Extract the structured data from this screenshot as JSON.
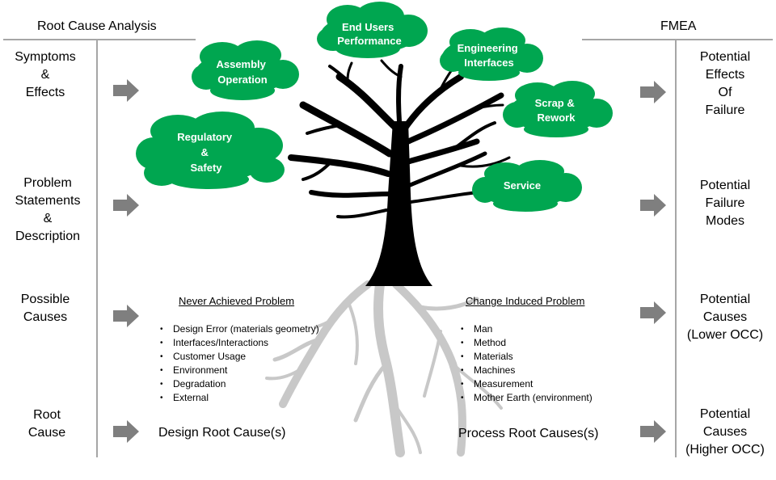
{
  "headers": {
    "left": "Root Cause Analysis",
    "right": "FMEA"
  },
  "left_labels": [
    "Symptoms\n&\nEffects",
    "Problem\nStatements\n&\nDescription",
    "Possible\nCauses",
    "Root\nCause"
  ],
  "right_labels": [
    "Potential\nEffects\nOf\nFailure",
    "Potential\nFailure\nModes",
    "Potential\nCauses\n(Lower OCC)",
    "Potential\nCauses\n(Higher OCC)"
  ],
  "clouds": [
    {
      "lines": [
        "End Users",
        "Performance"
      ]
    },
    {
      "lines": [
        "Assembly",
        "Operation"
      ]
    },
    {
      "lines": [
        "Engineering",
        "Interfaces"
      ]
    },
    {
      "lines": [
        "Scrap &",
        "Rework"
      ]
    },
    {
      "lines": [
        "Regulatory",
        "&",
        "Safety"
      ]
    },
    {
      "lines": [
        "Service"
      ]
    }
  ],
  "never_achieved": {
    "title": "Never Achieved Problem",
    "items": [
      "Design Error (materials geometry)",
      "Interfaces/Interactions",
      "Customer Usage",
      "Environment",
      "Degradation",
      "External"
    ]
  },
  "change_induced": {
    "title": "Change Induced Problem",
    "items": [
      "Man",
      "Method",
      "Materials",
      "Machines",
      "Measurement",
      "Mother Earth (environment)"
    ]
  },
  "root_causes": {
    "design": "Design Root Cause(s)",
    "process": "Process Root Causes(s)"
  },
  "colors": {
    "cloud": "#00a650",
    "arrow": "#7f7f7f",
    "roots": "#c8c8c8",
    "trunk": "#000000",
    "rule": "#a6a6a6"
  }
}
